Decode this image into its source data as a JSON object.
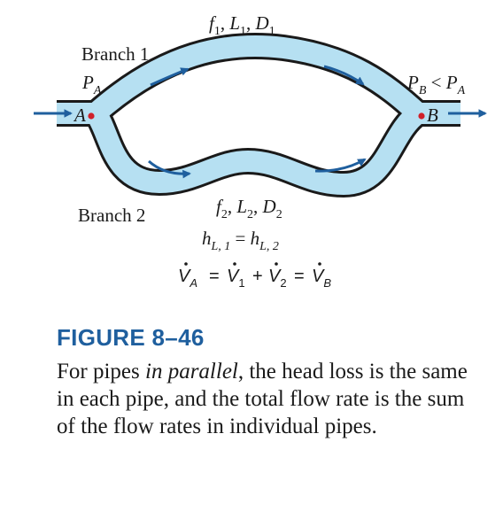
{
  "diagram": {
    "branch1_label": "Branch 1",
    "branch2_label": "Branch 2",
    "point_a": "A",
    "point_b": "B",
    "pressure_a": {
      "base": "P",
      "sub": "A"
    },
    "pressure_relation": {
      "left": "P",
      "left_sub": "B",
      "op": "<",
      "right": "P",
      "right_sub": "A"
    },
    "branch1_params": {
      "f": "f",
      "f_sub": "1",
      "L": "L",
      "L_sub": "1",
      "D": "D",
      "D_sub": "1"
    },
    "branch2_params": {
      "f": "f",
      "f_sub": "2",
      "L": "L",
      "L_sub": "2",
      "D": "D",
      "D_sub": "2"
    },
    "head_loss_eq": {
      "lhs": "h",
      "lhs_sub": "L, 1",
      "eq": "=",
      "rhs": "h",
      "rhs_sub": "L, 2"
    },
    "flow_eq": {
      "symbol": "V",
      "terms": [
        "A",
        "1",
        "2",
        "B"
      ],
      "ops": [
        "=",
        "+",
        "="
      ]
    },
    "colors": {
      "pipe_fill": "#b6e0f2",
      "pipe_wall": "#1a1a1a",
      "arrow": "#1f5f9e",
      "point": "#d0202a"
    }
  },
  "figure": {
    "label": "FIGURE 8–46",
    "caption_before": "For pipes ",
    "caption_emphasis": "in parallel",
    "caption_after": ", the head loss is the same in each pipe, and the total flow rate is the sum of the flow rates in individual pipes."
  }
}
